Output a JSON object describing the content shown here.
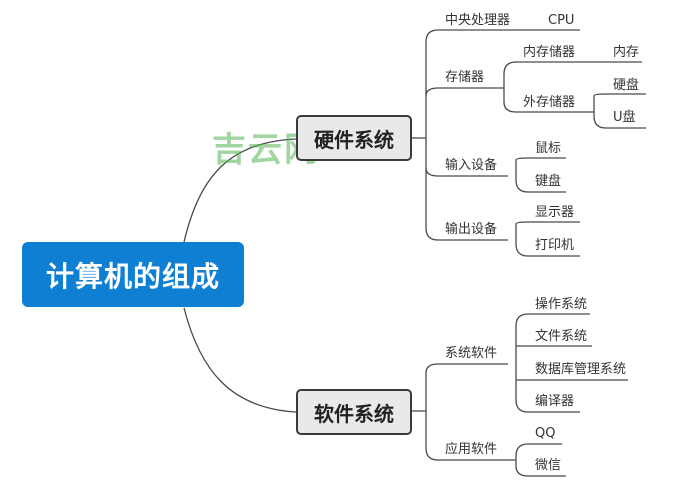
{
  "root": {
    "label": "计算机的组成"
  },
  "watermark": {
    "text": "吉云网"
  },
  "line_color": "#4a4a4a",
  "hardware": {
    "label": "硬件系统",
    "cpu": {
      "label": "中央处理器",
      "child": "CPU"
    },
    "storage": {
      "label": "存储器",
      "internal": {
        "label": "内存储器",
        "child": "内存"
      },
      "external": {
        "label": "外存储器",
        "children": [
          "硬盘",
          "U盘"
        ]
      }
    },
    "input": {
      "label": "输入设备",
      "children": [
        "鼠标",
        "键盘"
      ]
    },
    "output": {
      "label": "输出设备",
      "children": [
        "显示器",
        "打印机"
      ]
    }
  },
  "software": {
    "label": "软件系统",
    "system": {
      "label": "系统软件",
      "children": [
        "操作系统",
        "文件系统",
        "数据库管理系统",
        "编译器"
      ]
    },
    "application": {
      "label": "应用软件",
      "children": [
        "QQ",
        "微信"
      ]
    }
  }
}
